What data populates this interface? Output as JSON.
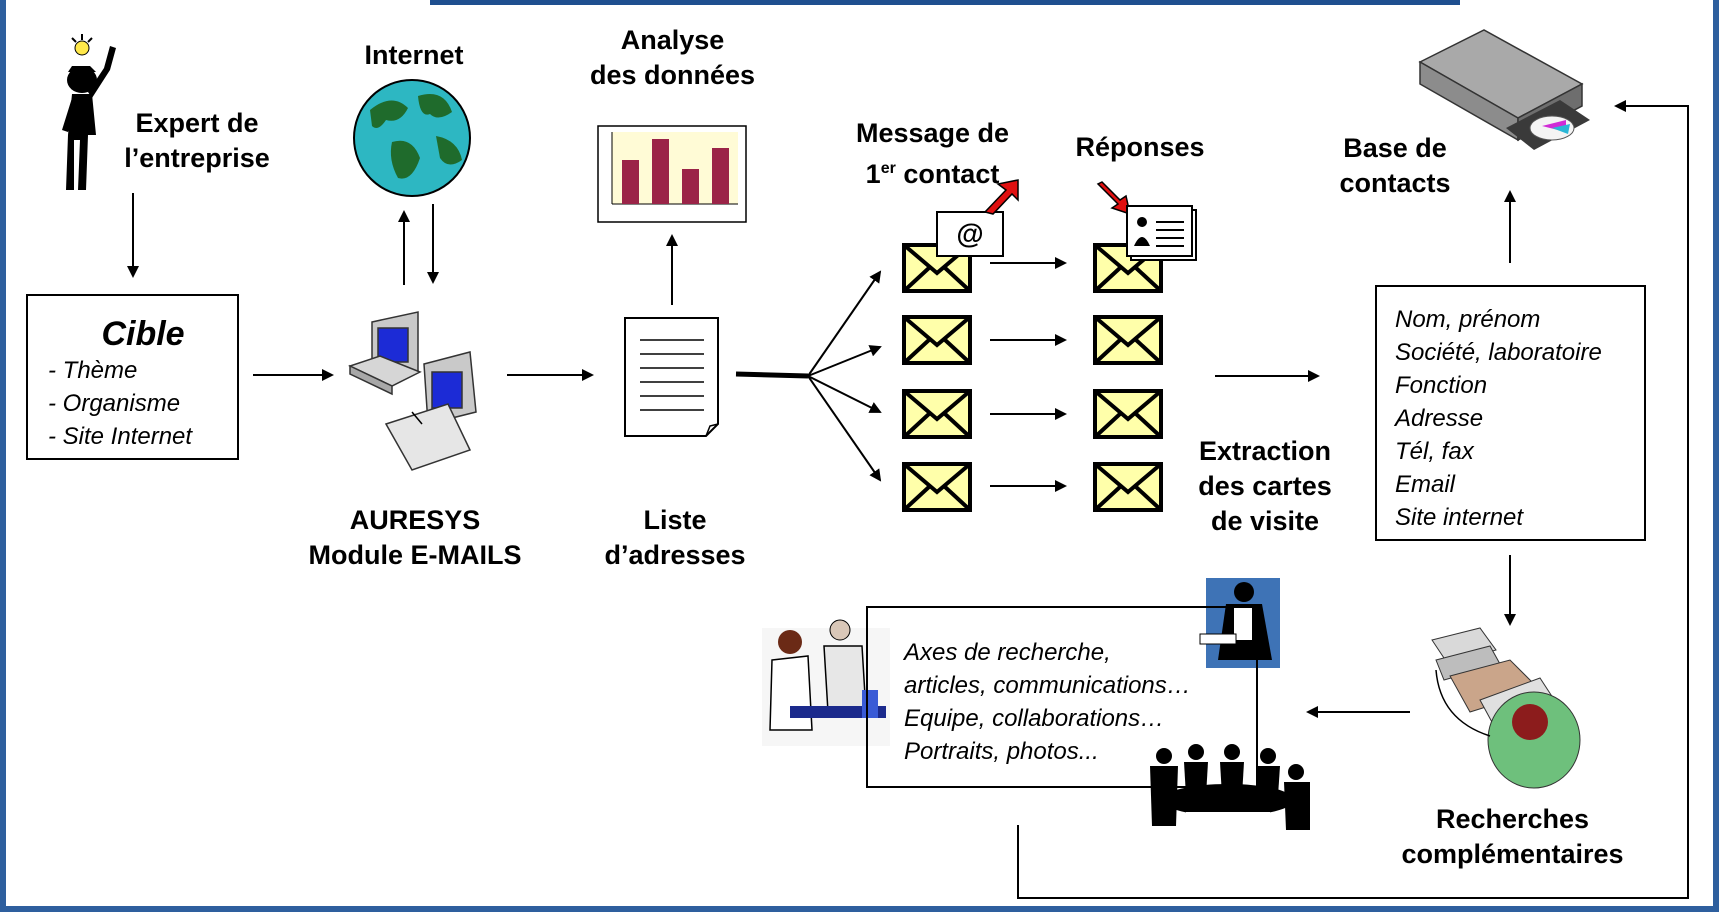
{
  "labels": {
    "expert_line1": "Expert de",
    "expert_line2": "l’entreprise",
    "internet": "Internet",
    "analyse_line1": "Analyse",
    "analyse_line2": "des données",
    "message_line1": "Message de",
    "message_line2_num": "1",
    "message_line2_sup": "er",
    "message_line2_rest": " contact",
    "reponses": "Réponses",
    "base_line1": "Base de",
    "base_line2": "contacts",
    "auresys_line1": "AURESYS",
    "auresys_line2": "Module E-MAILS",
    "liste_line1": "Liste",
    "liste_line2": "d’adresses",
    "extraction_line1": "Extraction",
    "extraction_line2": "des cartes",
    "extraction_line3": "de visite",
    "recherches_line1": "Recherches",
    "recherches_line2": "complémentaires",
    "at_symbol": "@"
  },
  "cible": {
    "title": "Cible",
    "items": [
      "- Thème",
      "- Organisme",
      "- Site Internet"
    ]
  },
  "contact_fields": [
    "Nom, prénom",
    "Société, laboratoire",
    "Fonction",
    "Adresse",
    "Tél, fax",
    "Email",
    "Site internet"
  ],
  "research_items": [
    "Axes de recherche,",
    "articles, communications…",
    "Equipe, collaborations…",
    "Portraits, photos..."
  ],
  "icons": [
    "lightbulb-person-icon",
    "globe-icon",
    "bar-chart-icon",
    "computers-icon",
    "document-icon",
    "envelope-icon",
    "at-card-icon",
    "business-card-icon",
    "cd-drive-icon",
    "researchers-icon",
    "teacher-icon",
    "meeting-icon",
    "worker-icon"
  ],
  "colors": {
    "frame": "#2e5f9e",
    "envelope": "#ffffaa",
    "globe_ocean": "#2db7c2",
    "globe_land": "#1f6b2c",
    "bars": "#9b2448",
    "red_arrow": "#e01010"
  }
}
